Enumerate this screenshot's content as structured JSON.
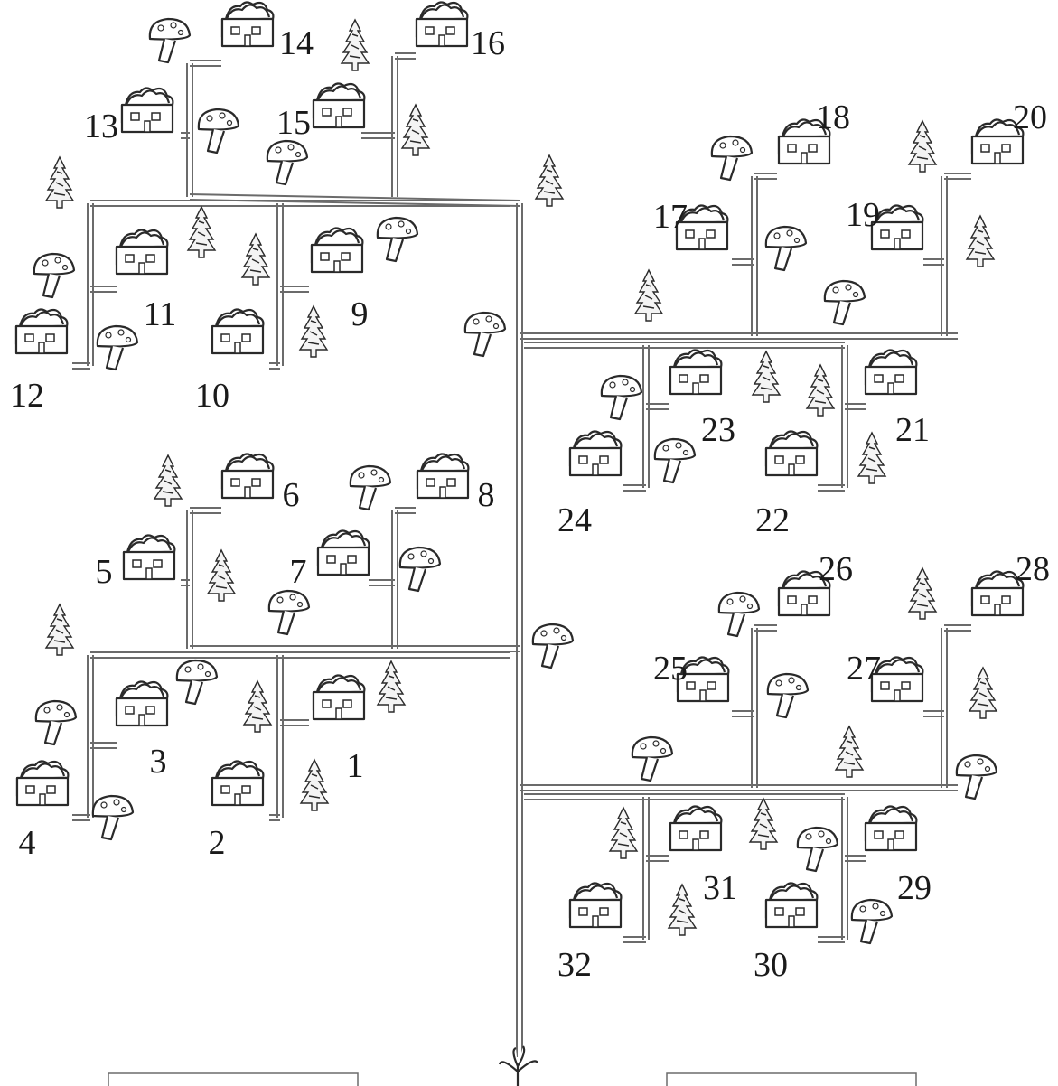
{
  "diagram": {
    "house_labels": [
      "1",
      "2",
      "3",
      "4",
      "5",
      "6",
      "7",
      "8",
      "9",
      "10",
      "11",
      "12",
      "13",
      "14",
      "15",
      "16",
      "17",
      "18",
      "19",
      "20",
      "21",
      "22",
      "23",
      "24",
      "25",
      "26",
      "27",
      "28",
      "29",
      "30",
      "31",
      "32"
    ],
    "icons": [
      "house-icon",
      "pine-tree-icon",
      "mushroom-icon",
      "plant-icon"
    ],
    "colors": {
      "road": "#6b6b6b",
      "ink": "#2a2a2a",
      "background": "#ffffff"
    }
  }
}
